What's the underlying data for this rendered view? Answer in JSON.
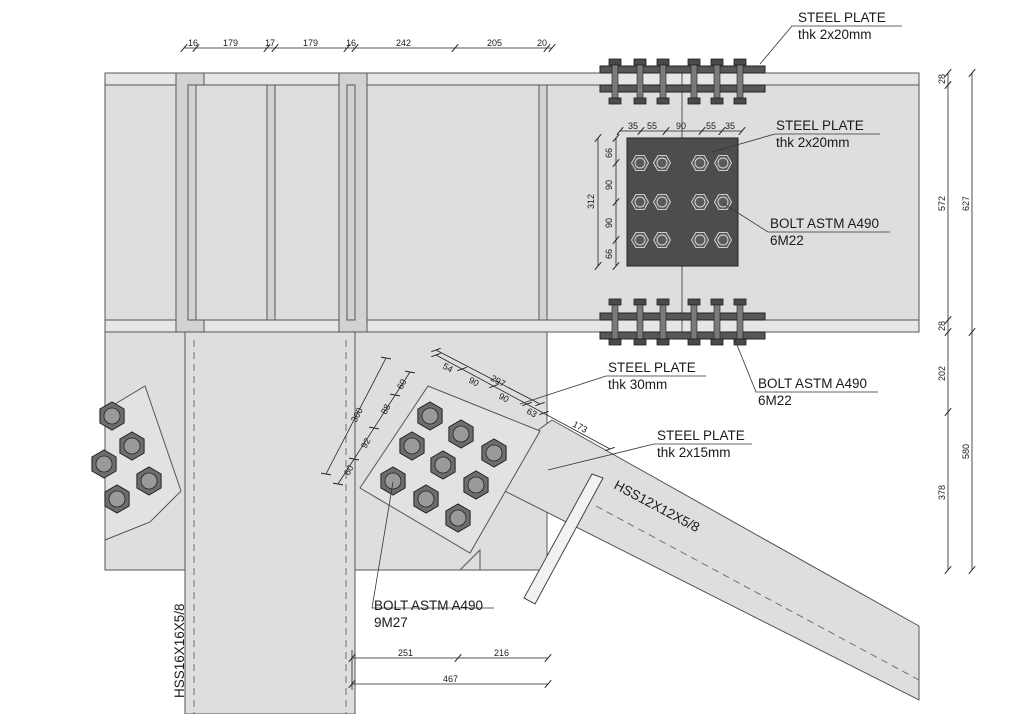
{
  "drawing": {
    "labels": {
      "steel_plate_flange": [
        "STEEL PLATE",
        "thk 2x20mm"
      ],
      "steel_plate_web": [
        "STEEL PLATE",
        "thk 2x20mm"
      ],
      "bolt_web": [
        "BOLT ASTM A490",
        "6M22"
      ],
      "steel_plate_gusset": [
        "STEEL PLATE",
        "thk 30mm"
      ],
      "bolt_flange": [
        "BOLT ASTM A490",
        "6M22"
      ],
      "steel_plate_brace": [
        "STEEL PLATE",
        "thk 2x15mm"
      ],
      "bolt_gusset": [
        "BOLT ASTM A490",
        "9M27"
      ],
      "brace_section": "HSS12X12X5/8",
      "column_section": "HSS16X16X5/8"
    },
    "dimensions": {
      "top_chain": [
        "16",
        "179",
        "17",
        "179",
        "16",
        "242",
        "205",
        "20"
      ],
      "right_chain_inner": [
        "28",
        "572",
        "28",
        "202",
        "378"
      ],
      "right_chain_outer": [
        "627",
        "580"
      ],
      "web_plate_horizontal": [
        "35",
        "55",
        "90",
        "55",
        "35"
      ],
      "web_plate_vertical": [
        "66",
        "90",
        "90",
        "66"
      ],
      "web_plate_height": "312",
      "gusset_along": [
        "54",
        "90",
        "90",
        "63",
        "173"
      ],
      "gusset_along_total": "297",
      "gusset_across": [
        "60",
        "92",
        "88",
        "60"
      ],
      "gusset_across_total": "300",
      "bottom_chain": [
        "251",
        "216"
      ],
      "bottom_total": "467"
    }
  }
}
